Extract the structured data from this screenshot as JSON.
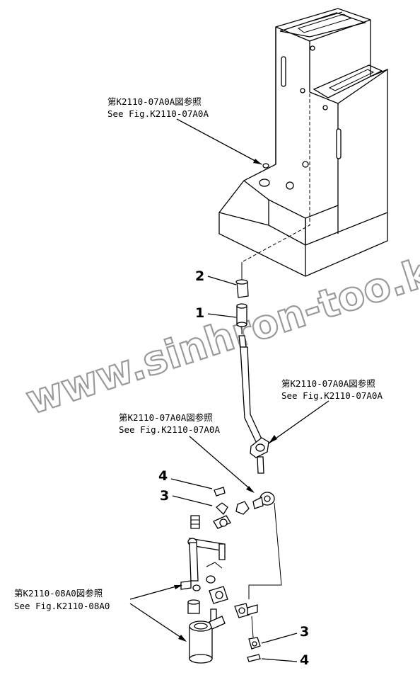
{
  "references": {
    "ref_top_jp": "第K2110-07A0A図参照",
    "ref_top_en": "See Fig.K2110-07A0A",
    "ref_right_jp": "第K2110-07A0A図参照",
    "ref_right_en": "See Fig.K2110-07A0A",
    "ref_mid_jp": "第K2110-07A0A図参照",
    "ref_mid_en": "See Fig.K2110-07A0A",
    "ref_bottom_jp": "第K2110-08A0図参照",
    "ref_bottom_en": "See Fig.K2110-08A0"
  },
  "callouts": {
    "part_2": "2",
    "part_1": "1",
    "part_4_top": "4",
    "part_3_top": "3",
    "part_3_bottom": "3",
    "part_4_bottom": "4"
  },
  "watermark": "www.sinhron-too.kz"
}
